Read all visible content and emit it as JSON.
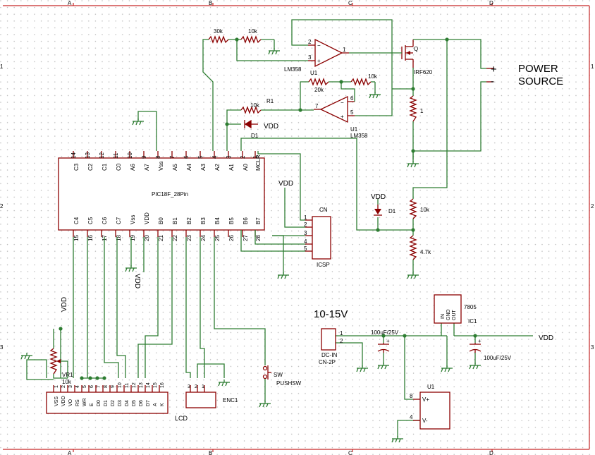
{
  "frame": {
    "cols": [
      "A",
      "B",
      "C",
      "D"
    ],
    "rows": [
      "1",
      "2",
      "3"
    ]
  },
  "labels": {
    "vdd": "VDD",
    "power_plus": "+",
    "power_minus": "-",
    "power_source_1": "POWER",
    "power_source_2": "SOURCE",
    "supply_range": "10-15V"
  },
  "mcu": {
    "name": "PIC18F_28Pin",
    "top_pins": [
      {
        "num": "14",
        "name": "C3"
      },
      {
        "num": "13",
        "name": "C2"
      },
      {
        "num": "12",
        "name": "C1"
      },
      {
        "num": "11",
        "name": "C0"
      },
      {
        "num": "10",
        "name": "A6"
      },
      {
        "num": "9",
        "name": "A7"
      },
      {
        "num": "8",
        "name": "Vss"
      },
      {
        "num": "7",
        "name": "A5"
      },
      {
        "num": "6",
        "name": "A4"
      },
      {
        "num": "5",
        "name": "A3"
      },
      {
        "num": "4",
        "name": "A2"
      },
      {
        "num": "3",
        "name": "A1"
      },
      {
        "num": "2",
        "name": "A0"
      },
      {
        "num": "1",
        "name": "MCLR"
      }
    ],
    "bottom_pins": [
      {
        "num": "15",
        "name": "C4"
      },
      {
        "num": "16",
        "name": "C5"
      },
      {
        "num": "17",
        "name": "C6"
      },
      {
        "num": "18",
        "name": "C7"
      },
      {
        "num": "19",
        "name": "Vss"
      },
      {
        "num": "20",
        "name": "VDD"
      },
      {
        "num": "21",
        "name": "B0"
      },
      {
        "num": "22",
        "name": "B1"
      },
      {
        "num": "23",
        "name": "B2"
      },
      {
        "num": "24",
        "name": "B3"
      },
      {
        "num": "25",
        "name": "B4"
      },
      {
        "num": "26",
        "name": "B5"
      },
      {
        "num": "27",
        "name": "B6"
      },
      {
        "num": "28",
        "name": "B7"
      }
    ]
  },
  "lcd": {
    "name": "LCD",
    "pins": [
      {
        "num": "1",
        "name": "VSS"
      },
      {
        "num": "2",
        "name": "VDD"
      },
      {
        "num": "3",
        "name": "VO"
      },
      {
        "num": "4",
        "name": "RS"
      },
      {
        "num": "5",
        "name": "WR"
      },
      {
        "num": "6",
        "name": "E"
      },
      {
        "num": "7",
        "name": "D0"
      },
      {
        "num": "8",
        "name": "D1"
      },
      {
        "num": "9",
        "name": "D2"
      },
      {
        "num": "10",
        "name": "D3"
      },
      {
        "num": "11",
        "name": "D4"
      },
      {
        "num": "12",
        "name": "D5"
      },
      {
        "num": "13",
        "name": "D6"
      },
      {
        "num": "14",
        "name": "D7"
      },
      {
        "num": "15",
        "name": "A"
      },
      {
        "num": "16",
        "name": "K"
      }
    ]
  },
  "icsp": {
    "name": "CN",
    "sub": "ICSP",
    "pins": [
      "1",
      "2",
      "3",
      "4",
      "5"
    ]
  },
  "opamp1": {
    "out": "1",
    "inm": "2",
    "inp": "3",
    "name": "LM358",
    "ref": "U1"
  },
  "opamp2": {
    "out": "7",
    "inm": "6",
    "inp": "5",
    "name": "LM358",
    "ref": "U1"
  },
  "mosfet": {
    "ref": "Q",
    "name": "IRF620"
  },
  "resistors": {
    "r30k": "30k",
    "r10k_top": "10k",
    "r20k": "20k",
    "r10k_fb": "10k",
    "r1_ref": "R1",
    "r1_val": "10k",
    "shunt": "1",
    "div_top": "10k",
    "div_bot": "4.7k",
    "pot_ref": "VR1",
    "pot_val": "10k"
  },
  "diodes": {
    "d1_a": "D1",
    "d1_b": "D1"
  },
  "connector": {
    "pin1": "1",
    "pin2": "2",
    "name1": "DC-IN",
    "name2": "CN-2P"
  },
  "caps": {
    "c_in": "100uF/25V",
    "c_out": "100uF/25V"
  },
  "regulator": {
    "name": "7805",
    "ref": "IC1",
    "pin_in": "IN",
    "pin_gnd": "GND",
    "pin_out": "OUT"
  },
  "u1_power": {
    "ref": "U1",
    "vplus": "V+",
    "vminus": "V-",
    "pin8": "8",
    "pin4": "4"
  },
  "encoder": {
    "name": "ENC1",
    "pins": [
      "3",
      "2",
      "1"
    ]
  },
  "switch": {
    "ref": "SW",
    "name": "PUSHSW"
  }
}
